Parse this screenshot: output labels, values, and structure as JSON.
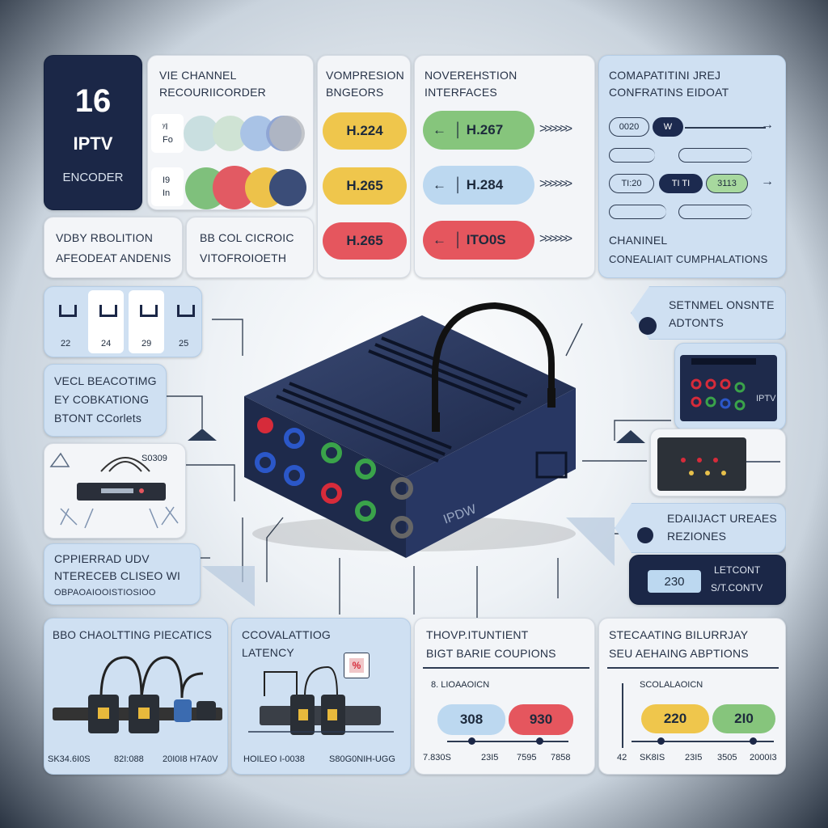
{
  "hero": {
    "number": "16",
    "title": "IPTV",
    "subtitle": "ENCODER"
  },
  "panel_channel": {
    "line1": "VIE CHANNEL",
    "line2": "RECOURIICORDER",
    "row1_a": "ʸI",
    "row1_b": "Fo",
    "row2_a": "I9",
    "row2_b": "In"
  },
  "panel_compression": {
    "line1": "VOMPRESION",
    "line2": "BNGEORS",
    "codecs": [
      "H.224",
      "H.265",
      "H.265"
    ]
  },
  "panel_interfaces": {
    "line1": "NOVEREHSTION",
    "line2": "INTERFACES",
    "items": [
      "H.267",
      "H.284",
      "ITO0S"
    ]
  },
  "panel_compat": {
    "line1": "COMAPATITINI JREJ",
    "line2": "CONFRATINS EIDOAT",
    "chip1": "0020",
    "chip2": "W",
    "chip3": "TI:20",
    "chip4": "TI TI",
    "chip5": "3113",
    "foot1": "CHANINEL",
    "foot2": "CONEALIAIT CUMPHALATIONS"
  },
  "panel_video": {
    "line1": "VDBY RBOLITION",
    "line2": "AFEODEAT ANDENIS"
  },
  "panel_bitrate": {
    "line1": "BB COL CICROIC",
    "line2": "VITOFROIOETH"
  },
  "panel_ports": {
    "labels": [
      "22",
      "24",
      "29",
      "25"
    ]
  },
  "panel_vecl": {
    "line1": "VECL BEACOTIMG",
    "line2": "EY COBKATIONG",
    "line3": "BTONT CCorlets"
  },
  "panel_rack": {
    "label": "S0309"
  },
  "panel_cpp": {
    "line1": "CPPIERRAD UDV",
    "line2": "NTERECEB CLISEO WI",
    "line3": "OBPAOAIOOISTIOSIOO"
  },
  "device": {
    "brand": "IPDW"
  },
  "panel_setnmel": {
    "line1": "SETNMEL ONSNTE",
    "line2": "ADTONTS"
  },
  "panel_box1": {
    "brand": "IPTV"
  },
  "panel_edai": {
    "line1": "EDAIIJACT UREAES",
    "line2": "REZIONES"
  },
  "panel_letcont": {
    "value": "230",
    "line1": "LETCONT",
    "line2": "S/T.CONTV"
  },
  "panel_bbo": {
    "title": "BBO CHAOLTTING PIECATICS",
    "labels": [
      "SK34.6I0S",
      "82I:088",
      "20I0I8 H7A0V"
    ]
  },
  "panel_latency": {
    "line1": "CCOVALATTIOG",
    "line2": "LATENCY",
    "badge": "%",
    "labels": [
      "HOILEO I-0038",
      "S80G0NIH-UGG"
    ]
  },
  "panel_throughput": {
    "line1": "THOVP.ITUNTIENT",
    "line2": "BIGT BARIE COUPIONS",
    "sub": "8. LIOAAOICN",
    "pill1": "308",
    "pill2": "930",
    "ticks": [
      "7.830S",
      "23I5",
      "7595",
      "7858"
    ]
  },
  "panel_streaming": {
    "line1": "STECAATING BILURRJAY",
    "line2": "SEU AEHAING ABPTIONS",
    "sub": "SCOLALAOICN",
    "pill1": "220",
    "pill2": "2I0",
    "axis": "42",
    "ticks": [
      "SK8IS",
      "23I5",
      "3505",
      "2000I3"
    ]
  },
  "colors": {
    "navy": "#1b2747",
    "yellow": "#efc64c",
    "green": "#86c57c",
    "red": "#e5565e",
    "lightblue": "#cfe0f2"
  }
}
